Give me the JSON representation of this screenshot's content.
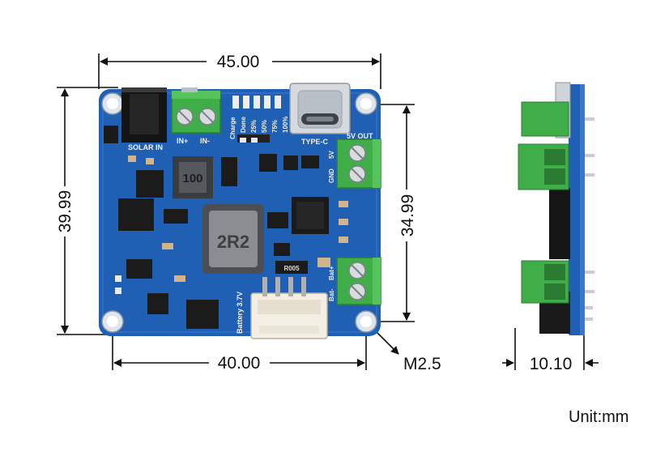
{
  "dimensions": {
    "top_width": "45.00",
    "left_height": "39.99",
    "inner_height": "34.99",
    "hole_spacing": "40.00",
    "hole_label": "M2.5",
    "side_thickness": "10.10"
  },
  "unit_label": "Unit:mm",
  "board_labels": {
    "solar_in": "SOLAR IN",
    "in_plus": "IN+",
    "in_minus": "IN-",
    "charge": "Charge",
    "done": "Done",
    "p25": "25%",
    "p50": "50%",
    "p75": "75%",
    "p100": "100%",
    "type_c": "TYPE-C",
    "out_5v": "5V OUT",
    "pin_5v": "5V",
    "pin_gnd": "GND",
    "bat_minus": "Bat-",
    "bat_plus": "Bat+",
    "battery": "Battery 3.7V",
    "inductor_small": "100",
    "inductor_large": "2R2",
    "r005": "R005"
  },
  "colors": {
    "pcb": "#1f5fb4",
    "terminal": "#3fae48",
    "connector": "#f4efe4"
  }
}
